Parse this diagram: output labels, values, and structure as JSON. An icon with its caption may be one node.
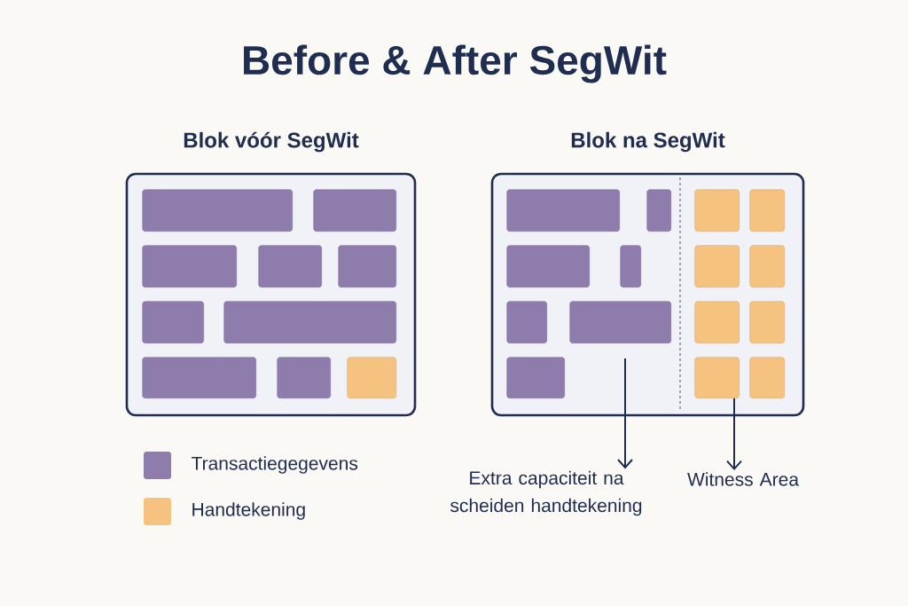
{
  "diagram": {
    "title": "Before & After SegWit",
    "nodes": [
      {
        "text": [
          "Blok vóór SegWit"
        ]
      },
      {
        "text": [],
        "shape": "box",
        "in": 0
      },
      {
        "text": [],
        "shape": "box",
        "in": 0
      },
      {
        "text": [],
        "shape": "box",
        "in": 0
      },
      {
        "text": [],
        "shape": "box",
        "in": 0
      },
      {
        "text": [],
        "shape": "box",
        "in": 0
      },
      {
        "text": [],
        "shape": "box",
        "in": 0
      },
      {
        "text": [],
        "shape": "box",
        "in": 0
      },
      {
        "text": [],
        "shape": "box",
        "in": 0
      },
      {
        "text": [],
        "shape": "box",
        "in": 0
      },
      {
        "text": [],
        "shape": "box",
        "in": 0
      },
      {
        "text": [
          "Blok na SegWit"
        ]
      },
      {
        "text": [],
        "shape": "box",
        "in": 11
      },
      {
        "text": [],
        "shape": "box",
        "in": 11
      },
      {
        "text": [],
        "shape": "box",
        "in": 11
      },
      {
        "text": [],
        "shape": "box",
        "in": 11
      },
      {
        "text": [],
        "shape": "box",
        "in": 11
      },
      {
        "text": [],
        "shape": "box",
        "in": 11
      },
      {
        "text": [],
        "shape": "box",
        "in": 11
      },
      {
        "text": [],
        "shape": "box",
        "in": 11
      },
      {
        "text": [],
        "shape": "box",
        "in": 11
      },
      {
        "text": [],
        "shape": "box",
        "in": 11
      },
      {
        "text": [],
        "shape": "box",
        "in": 11
      },
      {
        "text": [],
        "shape": "box",
        "in": 11
      },
      {
        "text": [],
        "shape": "box",
        "in": 11
      },
      {
        "text": [],
        "shape": "box",
        "in": 11
      },
      {
        "text": [],
        "shape": "box",
        "in": 11
      },
      {
        "text": [
          "Extra capaciteit na scheiden handtekening"
        ]
      },
      {
        "text": [
          "Witness Area"
        ]
      }
    ],
    "edges": [
      {
        "from": null,
        "to": 27,
        "arrow": "to"
      },
      {
        "from": 25,
        "to": 28,
        "arrow": "to"
      }
    ],
    "legend": [
      {
        "text": "Transactiegegevens",
        "color": "#8e7cad"
      },
      {
        "text": "Handtekening",
        "color": "#f5c27f"
      }
    ]
  }
}
